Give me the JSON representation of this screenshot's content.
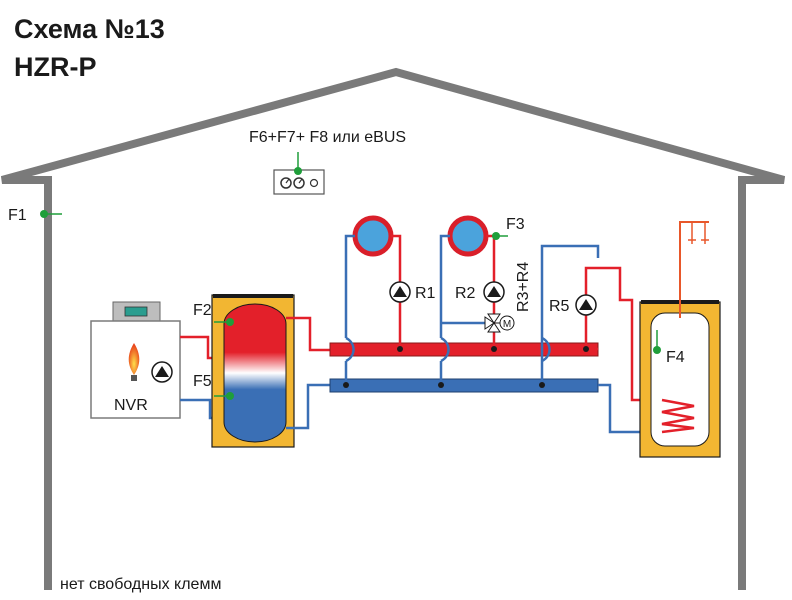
{
  "title": "Схема №13",
  "subtitle": "HZR-P",
  "controller_label": "F6+F7+ F8 или eBUS",
  "labels": {
    "f1": "F1",
    "f2": "F2",
    "f3": "F3",
    "f4": "F4",
    "f5": "F5",
    "r1": "R1",
    "r2": "R2",
    "r3r4": "R3+R4",
    "r5": "R5",
    "boiler": "NVR"
  },
  "footer_note": "нет свободных клемм",
  "colors": {
    "hot": "#e3202a",
    "cold": "#3a6fb5",
    "outline": "#7a7a7a",
    "sensor": "#1f9e3a",
    "tank_shell": "#f2b632",
    "dhw": "#e8572a",
    "radiator_ring": "#d91f2a",
    "radiator_core": "#4ba3dc"
  }
}
